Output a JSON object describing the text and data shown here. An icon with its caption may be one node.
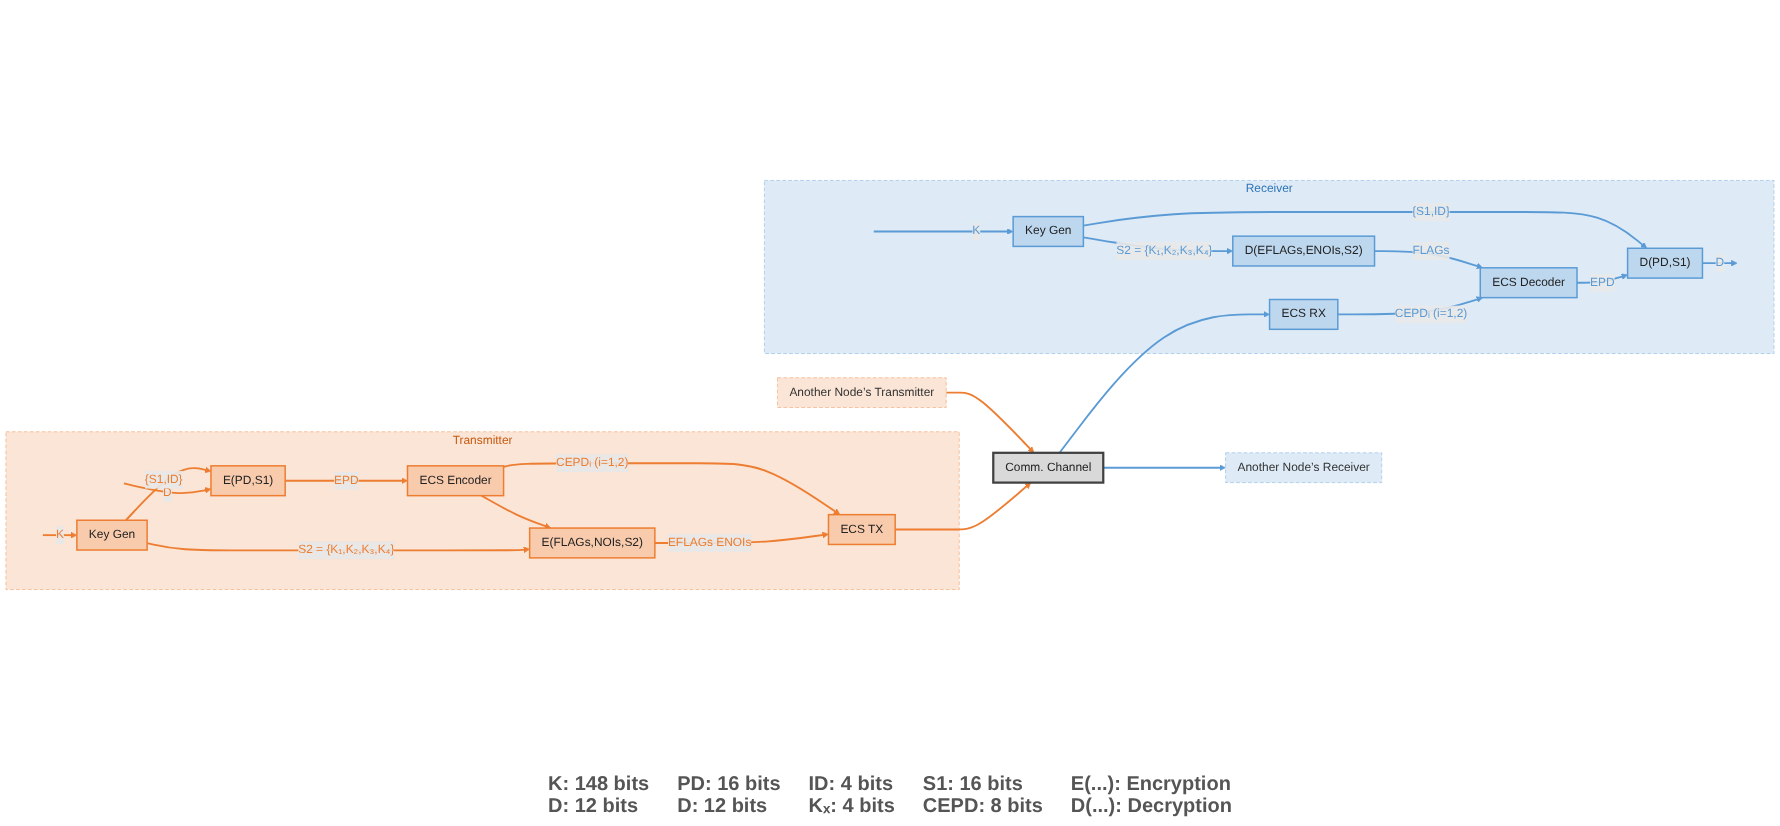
{
  "diagram": {
    "nodes": [
      {
        "text": [
          "Transmitter"
        ]
      },
      {
        "text": [
          "Key Gen"
        ],
        "in": 0
      },
      {
        "text": [
          "E(PD,S1)"
        ],
        "in": 0
      },
      {
        "text": [
          "ECS Encoder"
        ],
        "in": 0
      },
      {
        "text": [
          "E(FLAGs,NOIs,S2)"
        ],
        "in": 0
      },
      {
        "text": [
          "ECS TX"
        ],
        "in": 0
      },
      {
        "text": [
          "Comm. Channel"
        ]
      },
      {
        "text": [
          "Another Node’s Transmitter"
        ]
      },
      {
        "text": [
          "Receiver"
        ]
      },
      {
        "text": [
          "D(PD,S1)"
        ],
        "in": 8
      },
      {
        "text": [
          "ECS Decoder"
        ],
        "in": 8
      },
      {
        "text": [
          "D(EFLAGs,ENOIs,S2)"
        ],
        "in": 8
      },
      {
        "text": [
          "ECS RX"
        ],
        "in": 8
      },
      {
        "text": [
          "Key Gen"
        ],
        "in": 8
      },
      {
        "text": [
          "Another Node’s Receiver"
        ]
      }
    ],
    "edges": [
      {
        "from": null,
        "to": 1,
        "arrow": "to",
        "label": "K"
      },
      {
        "from": null,
        "to": 2,
        "arrow": "to",
        "label": "D"
      },
      {
        "from": 1,
        "to": 2,
        "arrow": "to",
        "label": "{S1,ID}"
      },
      {
        "from": 1,
        "to": 4,
        "arrow": "to",
        "label": "S2 = {K₁,K₂,K₃,K₄}"
      },
      {
        "from": 2,
        "to": 3,
        "arrow": "to",
        "label": "EPD"
      },
      {
        "from": 3,
        "to": 4,
        "arrow": "to"
      },
      {
        "from": 4,
        "to": 5,
        "arrow": "to",
        "label": "EFLAGs ENOIs"
      },
      {
        "from": 3,
        "to": 5,
        "arrow": "to",
        "label": "CEPDᵢ (i=1,2)"
      },
      {
        "from": 5,
        "to": 6,
        "arrow": "to"
      },
      {
        "from": 7,
        "to": 6,
        "arrow": "to"
      },
      {
        "from": 12,
        "to": 10,
        "arrow": "to",
        "label": "CEPDᵢ (i=1,2)",
        "color": "#5b9bd5"
      },
      {
        "from": 11,
        "to": 10,
        "arrow": "to",
        "label": "FLAGs",
        "color": "#5b9bd5"
      },
      {
        "from": 10,
        "to": 9,
        "arrow": "to",
        "label": "EPD",
        "color": "#5b9bd5"
      },
      {
        "from": 9,
        "to": null,
        "arrow": "to",
        "label": "D",
        "color": "#5b9bd5"
      },
      {
        "from": 13,
        "to": 9,
        "arrow": "to",
        "label": "{S1,ID}",
        "color": "#5b9bd5"
      },
      {
        "from": 13,
        "to": 11,
        "arrow": "to",
        "label": "S2 = {K₁,K₂,K₃,K₄}",
        "color": "#5b9bd5"
      },
      {
        "from": null,
        "to": 13,
        "arrow": "to",
        "label": "K",
        "color": "#5b9bd5"
      },
      {
        "from": 6,
        "to": 12,
        "arrow": "to",
        "color": "#5b9bd5"
      },
      {
        "from": 6,
        "to": 14,
        "arrow": "to",
        "color": "#5b9bd5"
      }
    ],
    "labels": [
      "K: 148 bits",
      "PD: 16 bits",
      "ID: 4 bits",
      "S1: 16 bits",
      "E(...): Encryption",
      "D: 12 bits",
      "D: 12 bits",
      "Kₓ: 4 bits",
      "CEPD: 8 bits",
      "D(...): Decryption"
    ]
  }
}
